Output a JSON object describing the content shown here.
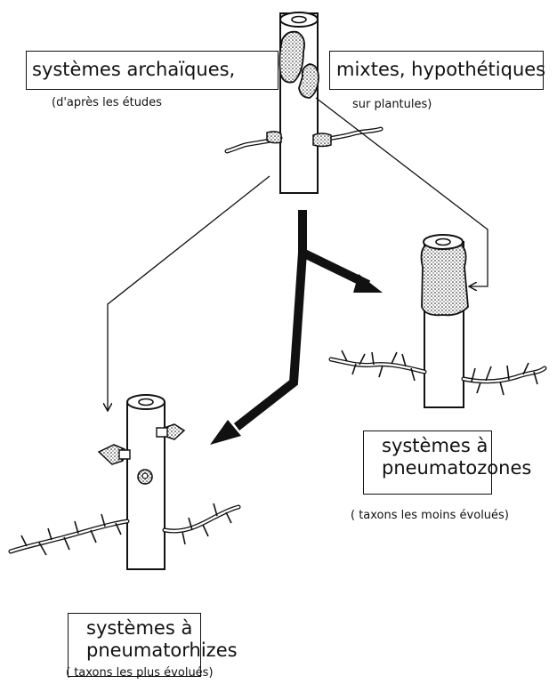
{
  "top": {
    "title_left": "systèmes archaïques,",
    "title_right": "mixtes, hypothétiques",
    "caption_left": "(d'après les études",
    "caption_right": "sur plantules)"
  },
  "right": {
    "title_line1": "systèmes à",
    "title_line2": "pneumatozones",
    "caption": "( taxons les moins évolués)"
  },
  "left": {
    "title_line1": "systèmes à",
    "title_line2": "pneumatorhizes",
    "caption": "( taxons les plus évolués)"
  }
}
